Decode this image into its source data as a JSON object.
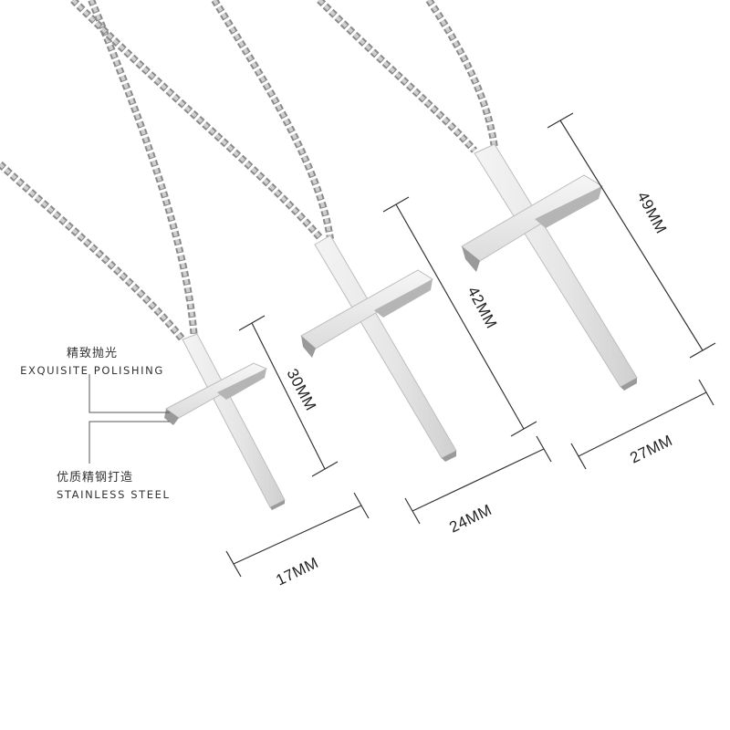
{
  "features": {
    "polishing": {
      "cn": "精致抛光",
      "en": "EXQUISITE POLISHING"
    },
    "steel": {
      "cn": "优质精钢打造",
      "en": "STAINLESS STEEL"
    }
  },
  "dimensions": {
    "small": {
      "width": "17MM",
      "height": "30MM"
    },
    "medium": {
      "width": "24MM",
      "height": "42MM"
    },
    "large": {
      "width": "27MM",
      "height": "49MM"
    }
  },
  "colors": {
    "background": "#ffffff",
    "steel": "#e4e4e4",
    "steel_shadow": "#9a9a9a",
    "line": "#333333"
  }
}
